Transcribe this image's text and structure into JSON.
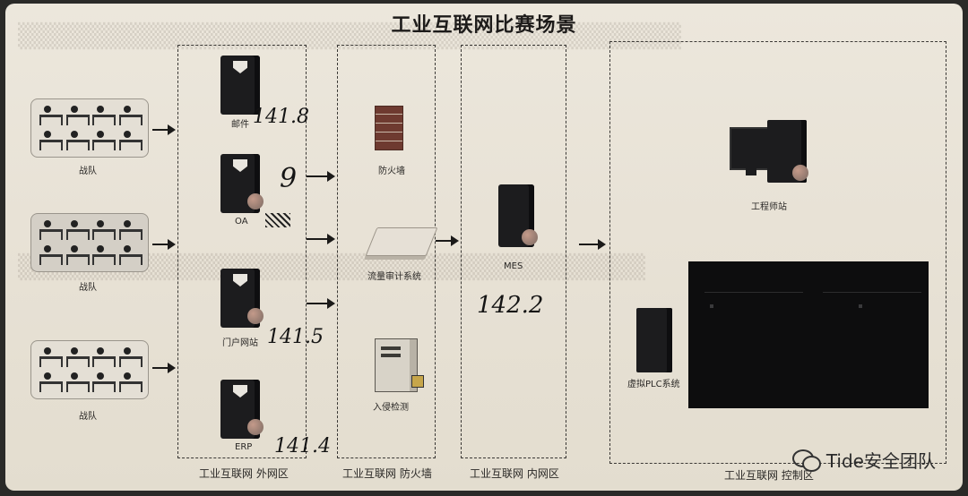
{
  "title": "工业互联网比赛场景",
  "zones": {
    "external": "工业互联网 外网区",
    "firewall": "工业互联网 防火墙",
    "internal": "工业互联网 内网区",
    "control": "工业互联网 控制区"
  },
  "teams": [
    "战队",
    "战队",
    "战队"
  ],
  "external_servers": [
    "邮件",
    "OA",
    "门户网站",
    "ERP"
  ],
  "firewall_devices": [
    "防火墙",
    "流量审计系统",
    "入侵检测"
  ],
  "internal_server": "MES",
  "control_devices": [
    "工程师站",
    "虚拟PLC系统"
  ],
  "handwritten": [
    "141.8",
    "9",
    "141.5",
    "141.4",
    "142.2"
  ],
  "watermark": "Tide安全团队",
  "icons": [
    "server-icon",
    "firewall-icon",
    "audit-device-icon",
    "ids-icon",
    "workstation-icon",
    "plc-icon",
    "wechat-icon"
  ]
}
